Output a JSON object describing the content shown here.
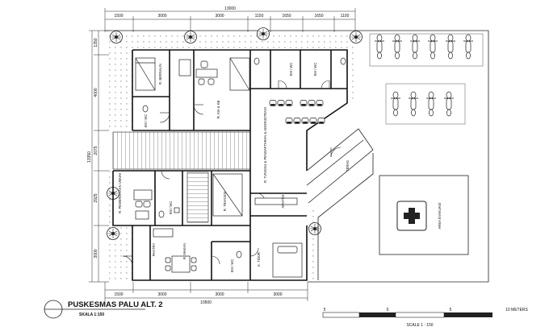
{
  "title": {
    "name": "PUSKESMAS PALU ALT. 2",
    "scale_note": "SKALA 1:150"
  },
  "dimensions": {
    "top_total": "13000",
    "top": [
      "1500",
      "3000",
      "3000",
      "1150",
      "1650",
      "1650",
      "1100"
    ],
    "bottom_total": "10500",
    "bottom": [
      "1500",
      "3000",
      "3000",
      "3000"
    ],
    "left_total": "13350",
    "left": [
      "1350",
      "4000",
      "2075",
      "2925",
      "3000"
    ]
  },
  "rooms": {
    "bersalin": "R. BERSALIN",
    "kia_kb": "R. KIA & KB",
    "km_wc_1": "KM / WC",
    "km_wc_2": "KM / WC",
    "km_wc_3": "KM / WC",
    "km_wc_4": "KM / WC",
    "km_wc_5": "KM / WC",
    "tunggu": "R. TUNGGU & PENDAFTARAN & ADMINISTRASI",
    "pemeriksaan": "R. PEMERIKSAAN UMUM",
    "transisi": "R. TRANSISI",
    "apotek": "APOTEK",
    "pantry": "PANTRY",
    "makan": "R. MAKAN",
    "tidur": "K. TIDUR",
    "teras": "TERAS",
    "evakuasi": "AREA EVAKUASI"
  },
  "scale_bar": {
    "ticks": [
      "5",
      "0",
      "5",
      "10 METERS"
    ],
    "label": "SCALE 1 : 150"
  }
}
